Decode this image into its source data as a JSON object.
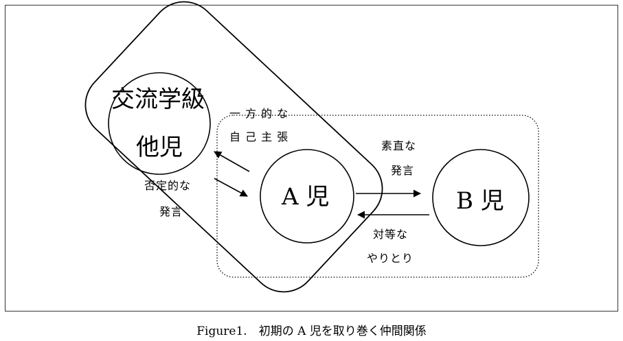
{
  "nodes": {
    "koryu_top": "交流学級",
    "koryu_bottom": "他児",
    "a_child": "A 児",
    "b_child": "B 児"
  },
  "edges": {
    "one_sided_line1": "一 方 的 な",
    "one_sided_line2": "自 己 主 張",
    "negative_line1": "否定的な",
    "negative_line2": "発言",
    "honest_line1": "素直な",
    "honest_line2": "発言",
    "equal_line1": "対等な",
    "equal_line2": "やりとり"
  },
  "caption": "Figure1.　初期の A 児を取り巻く仲間関係"
}
